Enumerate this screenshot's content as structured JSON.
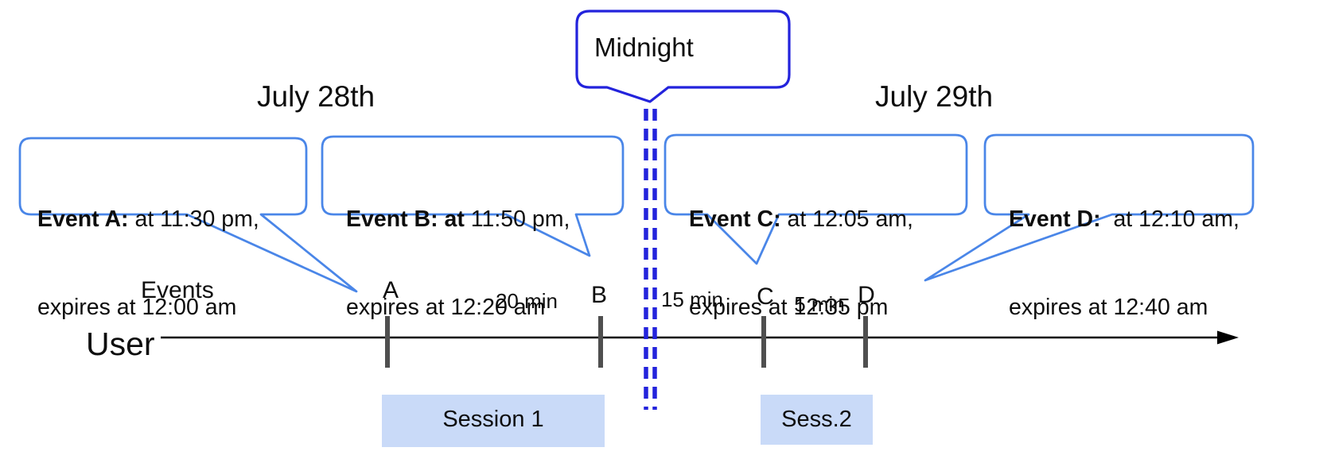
{
  "day_labels": {
    "left": "July 28th",
    "right": "July 29th"
  },
  "midnight": {
    "label": "Midnight"
  },
  "events": [
    {
      "id": "A",
      "callout_bold": "Event A:",
      "callout_rest": " at 11:30 pm,",
      "callout_line2": "expires at 12:00 am"
    },
    {
      "id": "B",
      "callout_bold": "Event B: at",
      "callout_rest": " 11:50 pm,",
      "callout_line2": "expires at 12:20 am"
    },
    {
      "id": "C",
      "callout_bold": "Event C:",
      "callout_rest": " at 12:05 am,",
      "callout_line2": "expires at 12:35 pm"
    },
    {
      "id": "D",
      "callout_bold": "Event D:",
      "callout_rest": "  at 12:10 am,",
      "callout_line2": "expires at 12:40 am"
    }
  ],
  "intervals": [
    {
      "between": "A-B",
      "label": "20 min"
    },
    {
      "between": "B-C",
      "label": "15 min"
    },
    {
      "between": "C-D",
      "label": "5 min"
    }
  ],
  "axis": {
    "row_label": "User",
    "events_label": "Events"
  },
  "sessions": [
    {
      "label": "Session 1"
    },
    {
      "label": "Sess.2"
    }
  ],
  "colors": {
    "event_callout_border": "#4a86e8",
    "midnight_line": "#2323dc",
    "session_fill": "#c9daf8",
    "tick_color": "#4f4f4f",
    "axis_color": "#000000"
  }
}
